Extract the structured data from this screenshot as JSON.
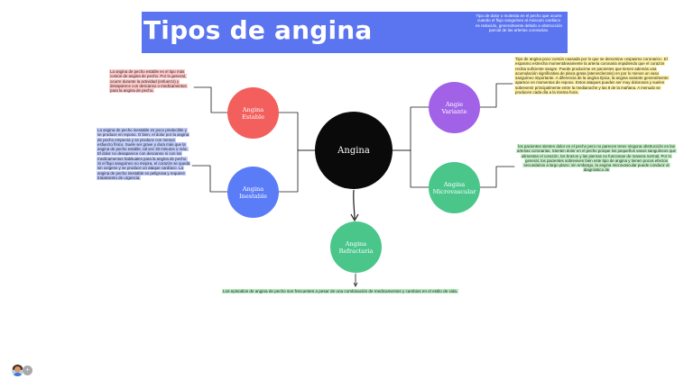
{
  "header": {
    "title": "Tipos de angina",
    "note": "Tipo de dolor o molestia en el pecho que ocurre cuando el flujo sanguíneo al músculo cardiaco es reducido, generalmente  debido a obstrucción parcial de las arterias coronarias."
  },
  "diagram": {
    "center": {
      "label": "Angina",
      "color": "#0a0a0a"
    },
    "nodes": {
      "estable": {
        "line1": "Angina",
        "line2": "Estable",
        "color": "#f25f5c"
      },
      "inestable": {
        "line1": "Angina",
        "line2": "Inestable",
        "color": "#5b7cf7"
      },
      "variante": {
        "line1": "Angie",
        "line2": "Variante",
        "color": "#a162e8"
      },
      "microvascular": {
        "line1": "Angina",
        "line2": "Microvascular",
        "color": "#4ac68b"
      },
      "refractaria": {
        "line1": "Angina",
        "line2": "Refractaria",
        "color": "#4ac68b"
      }
    },
    "notes": {
      "estable": "La angina de pecho estable es el tipo más común de angina de pecho. Por lo general, ocurre durante la actividad (esfuerzo) y desaparece con descanso o medicamentos para la angina de pecho.",
      "inestable": "La angina de pecho inestable es poco predecible y se produce en reposo. O bien, el dolor por la angina de pecho empeora y se produce con menos esfuerzo físico. Suele ser grave y dura más que la angina de pecho estable, tal vez 20 minutos o más. El dolor no desaparece con descanso ni con los medicamentos habituales para la angina de pecho. Si el flujo sanguíneo no mejora, el corazón se queda sin oxígeno y se produce un ataque cardíaco. La angina de pecho inestable es peligrosa y requiere tratamiento de urgencia.",
      "variante": "Tipo de angina poco común causada por lo que se denomina «espasmo coronario». El espasmo estrecha momentáneamente la arteria coronaria impidiendo que el corazón reciba suficiente sangre. Puede producirse en pacientes que tienen además una acumulación significativa de placa grasa (aterosclerosis) en por lo menos un vaso sanguíneo importante. A diferencia de la angina típica, la angina variante generalmente aparece en momentos de reposo. Estos ataques pueden ser muy dolorosos y suelen sobrevenir principalmente entre la medianoche y las 8 de la mañana. A menudo se producen cada día a la misma hora.",
      "microvascular": "los pacientes sienten dolor en el pecho pero no parecen tener ninguna obstrucción en las arterias coronarias. Sienten dolor en el pecho porque los pequeños vasos sanguíneos que alimentan el corazón, los brazos y las piernas no funcionan de manera normal. Por lo general, los pacientes sobreviven bien este tipo de angina y tienen pocos efectos secundarios a largo plazo; sin embargo, la angina microvascular puede conducir al diagnóstico de",
      "refractaria": "Los episodios de angina de pecho son frecuentes a pesar de una combinación de medicamentos y cambios en el estilo de vida."
    }
  },
  "collaborators": {
    "count_badge": "+"
  }
}
